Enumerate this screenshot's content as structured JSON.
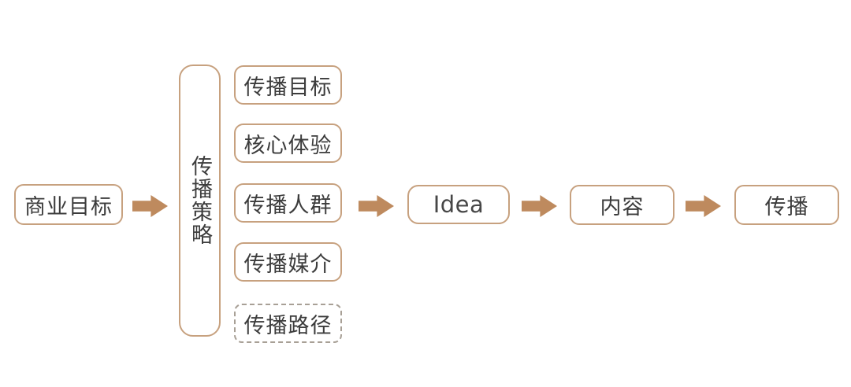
{
  "diagram": {
    "nodes": {
      "business_goal": "商业目标",
      "strategy": "传播策略",
      "sub_items": [
        {
          "label": "传播目标",
          "style": "solid"
        },
        {
          "label": "核心体验",
          "style": "solid"
        },
        {
          "label": "传播人群",
          "style": "solid"
        },
        {
          "label": "传播媒介",
          "style": "solid"
        },
        {
          "label": "传播路径",
          "style": "dashed"
        }
      ],
      "idea": "Idea",
      "content": "内容",
      "spread": "传播"
    },
    "flow": "商业目标 → 传播策略(传播目标/核心体验/传播人群/传播媒介/传播路径) → Idea → 内容 → 传播",
    "colors": {
      "box_border": "#c7a17f",
      "arrow_fill": "#be8a5e",
      "text": "#3c3c3c",
      "dashed_border": "#a8a096",
      "background": "#ffffff"
    }
  }
}
